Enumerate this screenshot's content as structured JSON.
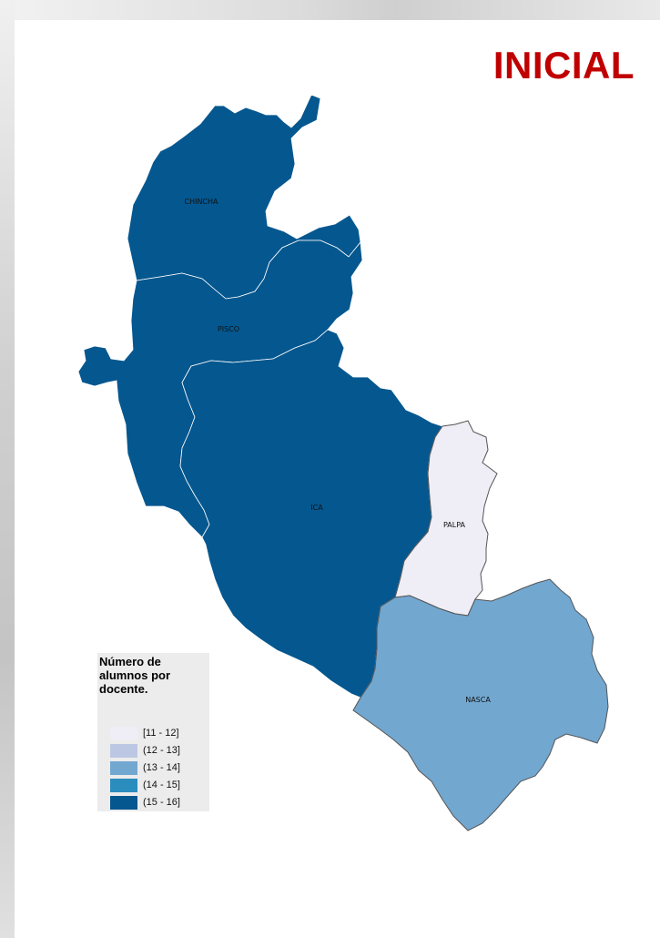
{
  "title": "INICIAL",
  "provinces": [
    {
      "id": "chincha",
      "name": "CHINCHA",
      "color": "#05578f"
    },
    {
      "id": "pisco",
      "name": "PISCO",
      "color": "#05578f"
    },
    {
      "id": "ica",
      "name": "ICA",
      "color": "#05578f"
    },
    {
      "id": "palpa",
      "name": "PALPA",
      "color": "#efedf5"
    },
    {
      "id": "nasca",
      "name": "NASCA",
      "color": "#72a7d0"
    }
  ],
  "legend": {
    "title": "Número de alumnos por docente.",
    "items": [
      {
        "label": "[11 - 12]",
        "color": "#efedf5"
      },
      {
        "label": "(12 - 13]",
        "color": "#bcc8e3"
      },
      {
        "label": "(13 - 14]",
        "color": "#72a7d0"
      },
      {
        "label": "(14 - 15]",
        "color": "#2b8cbe"
      },
      {
        "label": "(15 - 16]",
        "color": "#05578f"
      }
    ]
  }
}
